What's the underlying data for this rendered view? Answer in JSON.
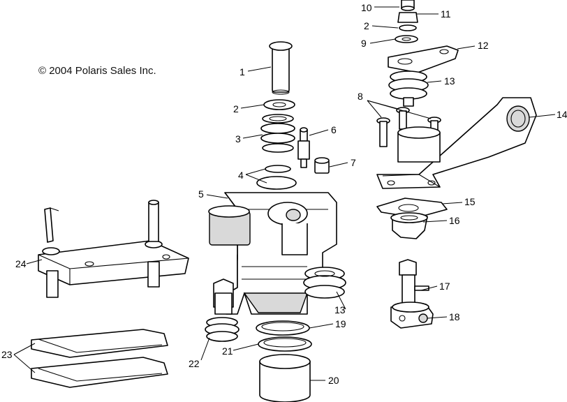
{
  "copyright": "© 2004 Polaris Sales Inc.",
  "callouts": {
    "c1": "1",
    "c2a": "2",
    "c2b": "2",
    "c3": "3",
    "c4": "4",
    "c5": "5",
    "c6": "6",
    "c7": "7",
    "c8": "8",
    "c9": "9",
    "c10": "10",
    "c11": "11",
    "c12": "12",
    "c13a": "13",
    "c13b": "13",
    "c14": "14",
    "c15": "15",
    "c16": "16",
    "c17": "17",
    "c18": "18",
    "c19": "19",
    "c20": "20",
    "c21": "21",
    "c22": "22",
    "c23": "23",
    "c24": "24"
  }
}
